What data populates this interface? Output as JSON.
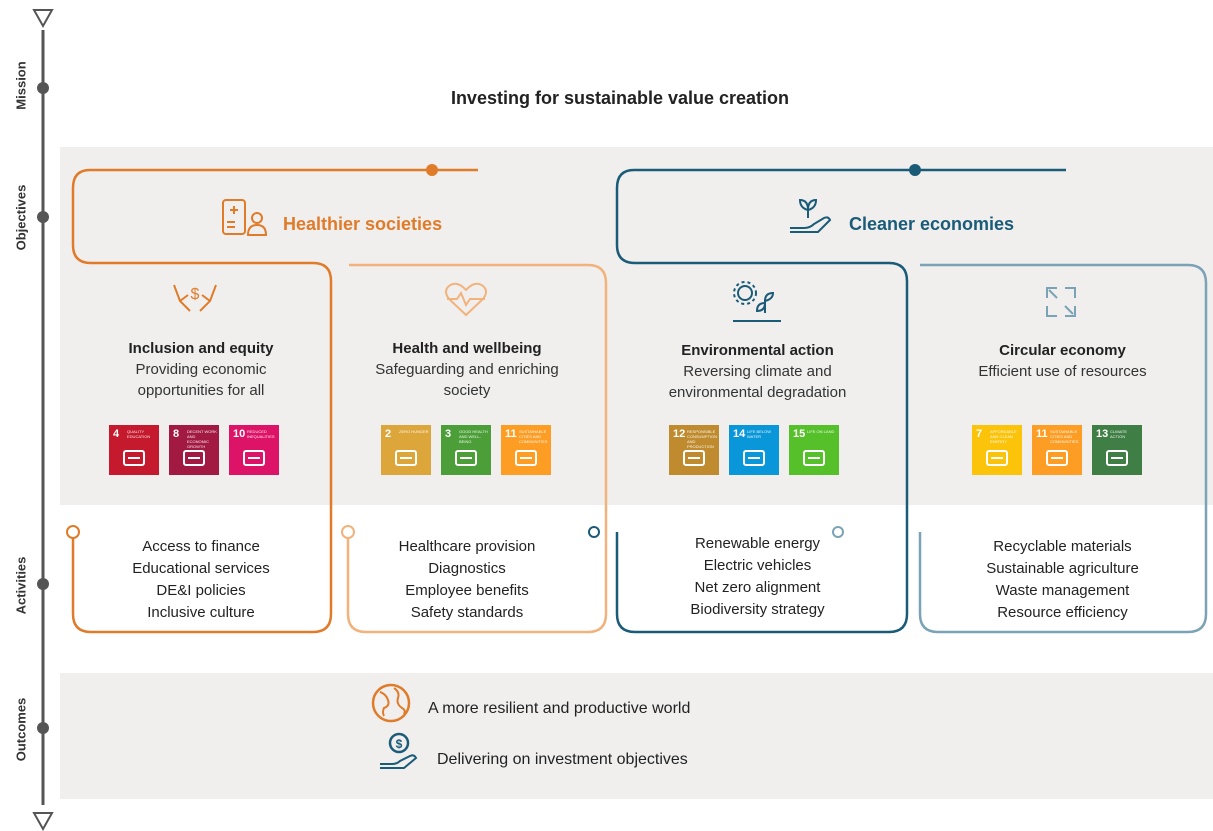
{
  "side_labels": [
    "Mission",
    "Objectives",
    "Activities",
    "Outcomes"
  ],
  "mission": "Investing for sustainable value creation",
  "objectives": [
    {
      "title": "Healthier societies",
      "icon": "health-document-person-icon",
      "color": "#e07b2a"
    },
    {
      "title": "Cleaner economies",
      "icon": "hand-plant-icon",
      "color": "#1a5b78"
    }
  ],
  "columns": [
    {
      "title": "Inclusion and equity",
      "subtitle": "Providing economic opportunities for all",
      "icon": "hands-dollar-icon",
      "sdgs": [
        {
          "num": "4",
          "label": "Quality education",
          "color": "#c5192d"
        },
        {
          "num": "8",
          "label": "Decent work and economic growth",
          "color": "#a21942"
        },
        {
          "num": "10",
          "label": "Reduced inequalities",
          "color": "#dd1367"
        }
      ],
      "activities": [
        "Access to finance",
        "Educational services",
        "DE&I policies",
        "Inclusive culture"
      ]
    },
    {
      "title": "Health and wellbeing",
      "subtitle": "Safeguarding and enriching society",
      "icon": "heartbeat-icon",
      "sdgs": [
        {
          "num": "2",
          "label": "Zero hunger",
          "color": "#dda63a"
        },
        {
          "num": "3",
          "label": "Good health and well-being",
          "color": "#4c9f38"
        },
        {
          "num": "11",
          "label": "Sustainable cities and communities",
          "color": "#fd9d24"
        }
      ],
      "activities": [
        "Healthcare provision",
        "Diagnostics",
        "Employee benefits",
        "Safety standards"
      ]
    },
    {
      "title": "Environmental action",
      "subtitle": "Reversing climate and environmental degradation",
      "icon": "gear-plant-icon",
      "sdgs": [
        {
          "num": "12",
          "label": "Responsible consumption and production",
          "color": "#bf8b2e"
        },
        {
          "num": "14",
          "label": "Life below water",
          "color": "#0a97d9"
        },
        {
          "num": "15",
          "label": "Life on land",
          "color": "#56c02b"
        }
      ],
      "activities": [
        "Renewable energy",
        "Electric vehicles",
        "Net zero alignment",
        "Biodiversity strategy"
      ]
    },
    {
      "title": "Circular economy",
      "subtitle": "Efficient use of resources",
      "icon": "recycle-arrows-icon",
      "sdgs": [
        {
          "num": "7",
          "label": "Affordable and clean energy",
          "color": "#fcc30b"
        },
        {
          "num": "11",
          "label": "Sustainable cities and communities",
          "color": "#fd9d24"
        },
        {
          "num": "13",
          "label": "Climate action",
          "color": "#3f7e44"
        }
      ],
      "activities": [
        "Recyclable materials",
        "Sustainable agriculture",
        "Waste management",
        "Resource efficiency"
      ]
    }
  ],
  "outcomes": [
    {
      "text": "A more resilient and productive world",
      "icon": "globe-icon"
    },
    {
      "text": "Delivering on investment objectives",
      "icon": "hand-coin-icon"
    }
  ]
}
